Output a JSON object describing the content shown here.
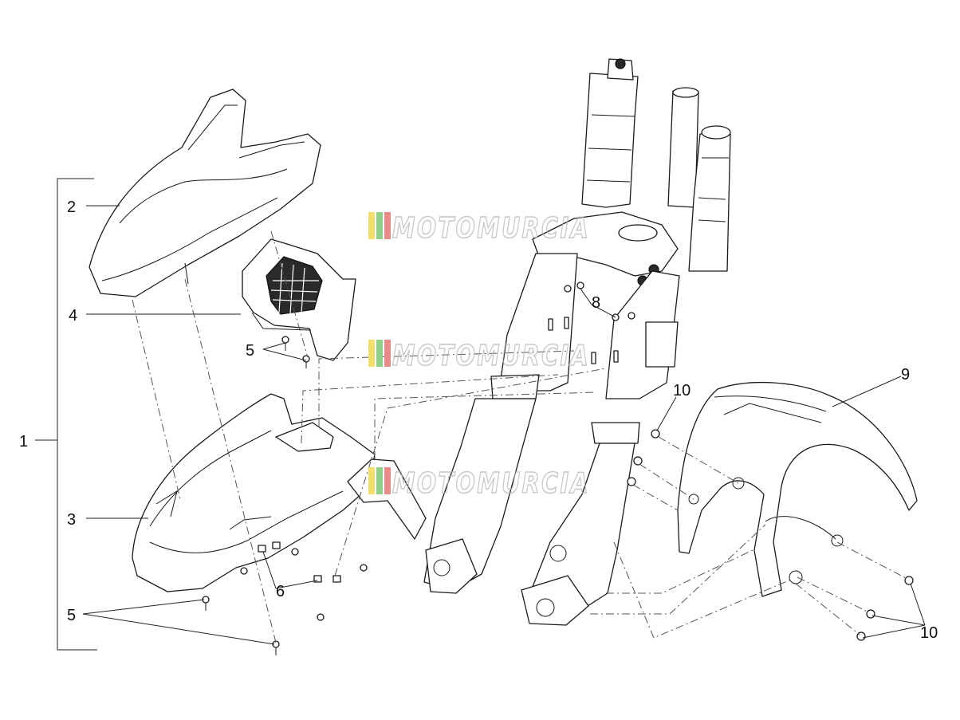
{
  "watermark": {
    "text": "MOTOMURCIA",
    "stripe_colors": [
      "#f2df6b",
      "#8fcf8a",
      "#e88a8a"
    ]
  },
  "callouts": {
    "c1": "1",
    "c2": "2",
    "c3": "3",
    "c4": "4",
    "c5a": "5",
    "c5b": "5",
    "c6": "6",
    "c8": "8",
    "c9": "9",
    "c10a": "10",
    "c10b": "10"
  }
}
